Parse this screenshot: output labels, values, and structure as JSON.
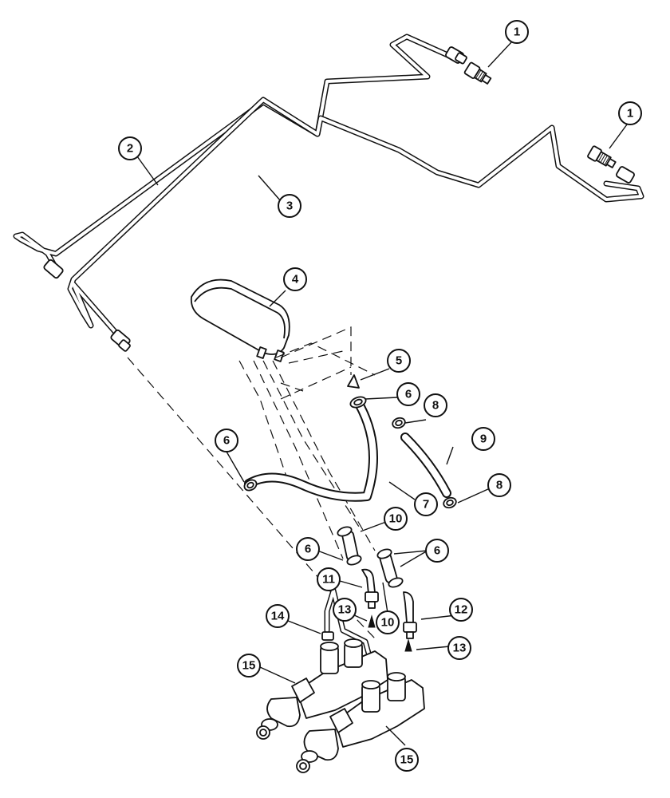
{
  "diagram": {
    "callouts": [
      {
        "id": "c1a",
        "label": "1"
      },
      {
        "id": "c1b",
        "label": "1"
      },
      {
        "id": "c2",
        "label": "2"
      },
      {
        "id": "c3",
        "label": "3"
      },
      {
        "id": "c4",
        "label": "4"
      },
      {
        "id": "c5",
        "label": "5"
      },
      {
        "id": "c6a",
        "label": "6"
      },
      {
        "id": "c6b",
        "label": "6"
      },
      {
        "id": "c6c",
        "label": "6"
      },
      {
        "id": "c6d",
        "label": "6"
      },
      {
        "id": "c7",
        "label": "7"
      },
      {
        "id": "c8a",
        "label": "8"
      },
      {
        "id": "c8b",
        "label": "8"
      },
      {
        "id": "c9",
        "label": "9"
      },
      {
        "id": "c10a",
        "label": "10"
      },
      {
        "id": "c10b",
        "label": "10"
      },
      {
        "id": "c11",
        "label": "11"
      },
      {
        "id": "c12",
        "label": "12"
      },
      {
        "id": "c13a",
        "label": "13"
      },
      {
        "id": "c13b",
        "label": "13"
      },
      {
        "id": "c14",
        "label": "14"
      },
      {
        "id": "c15a",
        "label": "15"
      },
      {
        "id": "c15b",
        "label": "15"
      }
    ]
  }
}
